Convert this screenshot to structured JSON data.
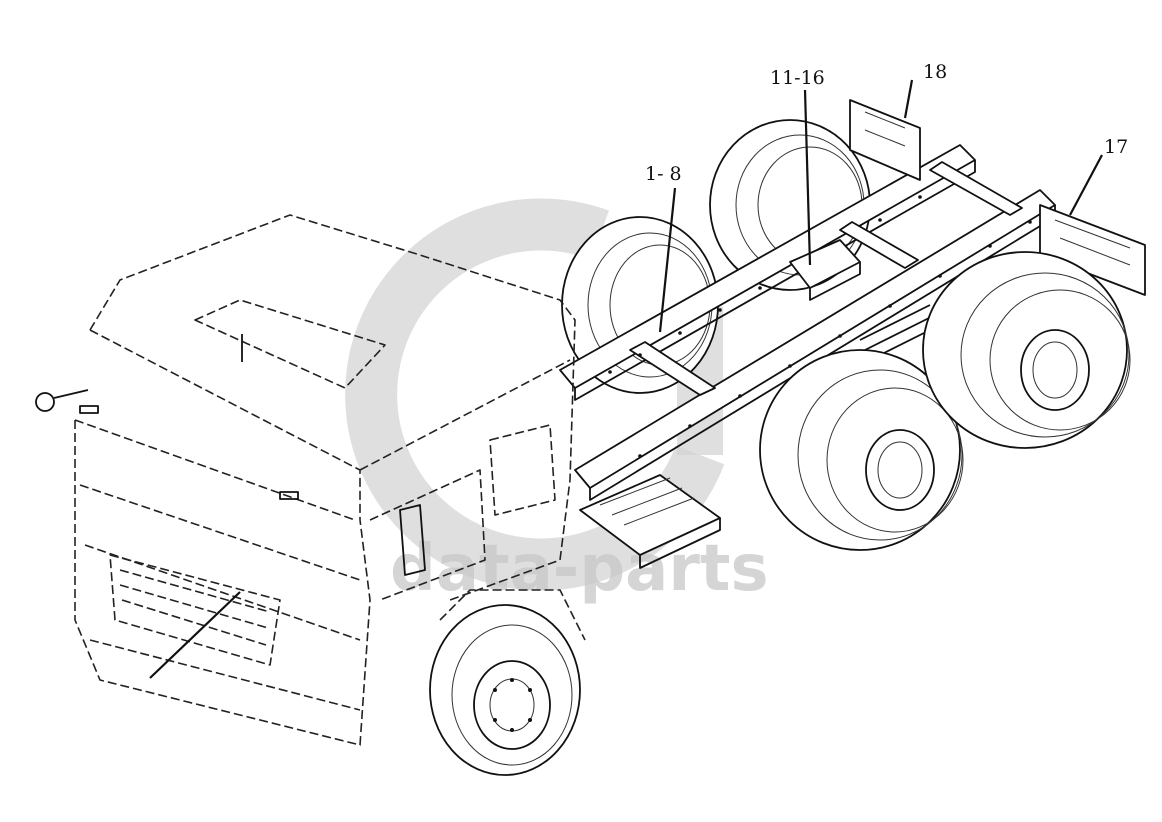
{
  "diagram": {
    "callouts": {
      "c_1_8": "1- 8",
      "c_11_16": "11-16",
      "c_17": "17",
      "c_18": "18"
    },
    "watermark": {
      "text": "data-parts"
    }
  }
}
